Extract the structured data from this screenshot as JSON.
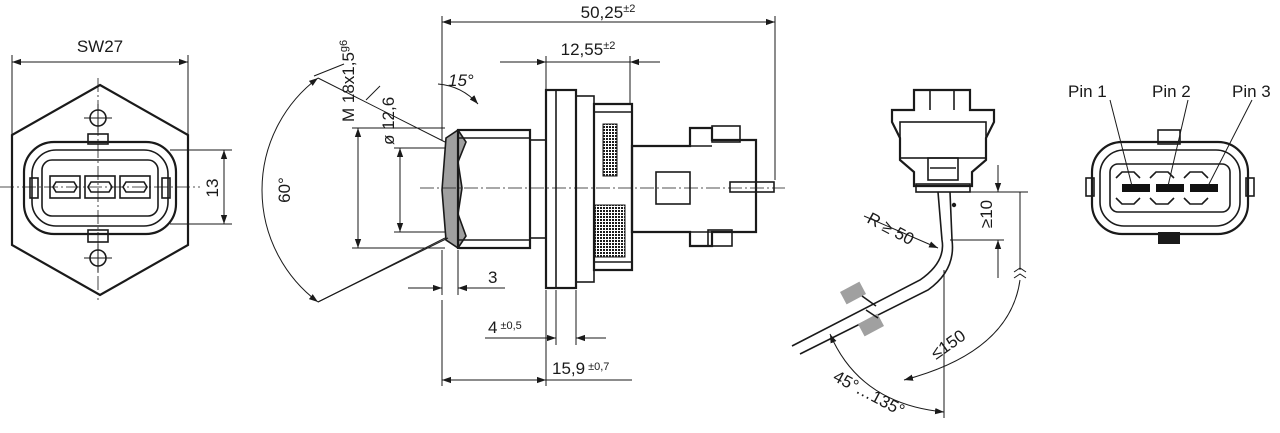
{
  "labels": {
    "sw": "SW27",
    "height_13": "13",
    "angle_60": "60°",
    "thread": "M 18x1,5",
    "thread_tol": "g6",
    "dia": "ø 12,6",
    "angle_15": "15°",
    "len_total": "50,25",
    "len_total_tol": "±2",
    "len_conn": "12,55",
    "len_conn_tol": "±2",
    "dim_3": "3",
    "dim_4": "4",
    "dim_4_tol": "±0,5",
    "dim_159": "15,9",
    "dim_159_tol": "±0,7",
    "radius": "R ≥ 50",
    "ge10": "≥10",
    "le150": "≤150",
    "bend_angle": "45°…135°",
    "pin1": "Pin 1",
    "pin2": "Pin 2",
    "pin3": "Pin 3"
  },
  "colors": {
    "line": "#1a1a1a",
    "hatch": "#a0a0a0",
    "pin": "#111111"
  }
}
